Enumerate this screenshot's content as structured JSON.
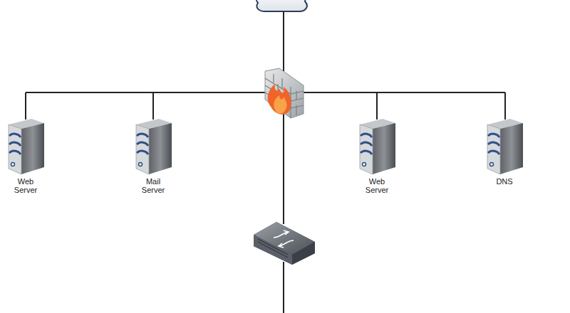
{
  "diagram": {
    "nodes": [
      {
        "text": [
          "Web Server"
        ]
      },
      {
        "text": [
          "Mail Server"
        ]
      },
      {
        "text": [
          "Web Server"
        ]
      },
      {
        "text": [
          "DNS"
        ]
      }
    ]
  }
}
